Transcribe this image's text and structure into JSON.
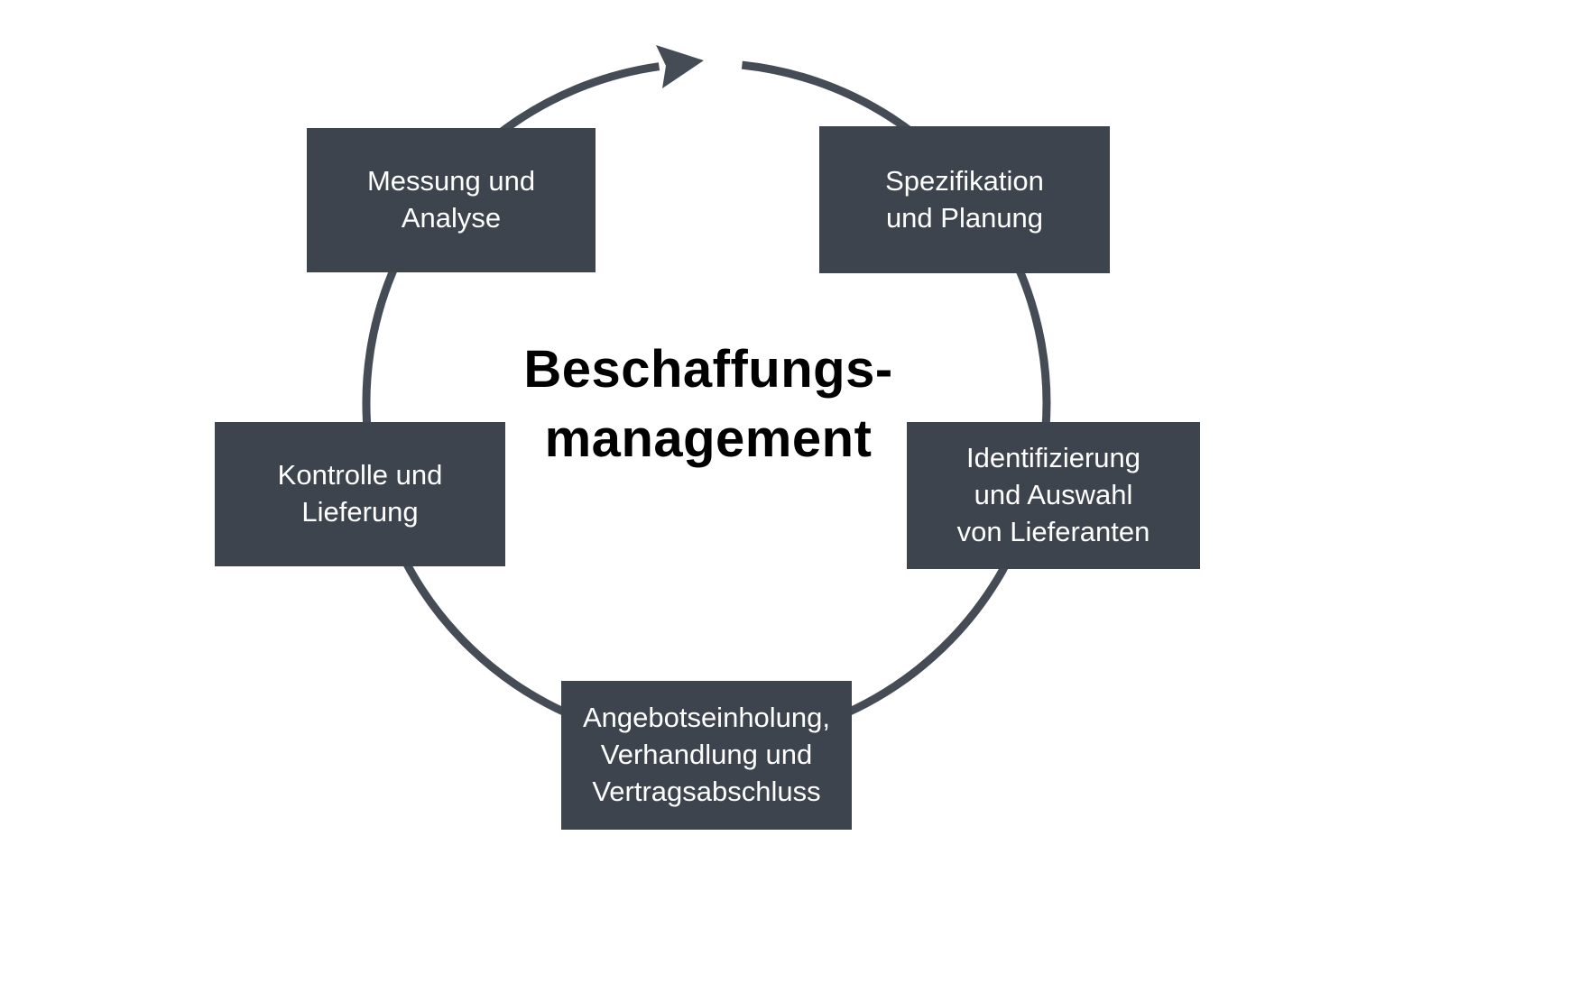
{
  "diagram": {
    "title": "Beschaffungs-\nmanagement",
    "colors": {
      "background": "#ffffff",
      "box": "#3d444e",
      "box_text": "#ffffff",
      "circle": "#454c56",
      "title_text": "#000000"
    },
    "nodes": [
      {
        "label": "Messung und\nAnalyse"
      },
      {
        "label": "Spezifikation\nund Planung"
      },
      {
        "label": "Identifizierung\nund Auswahl\nvon Lieferanten"
      },
      {
        "label": "Angebotseinholung,\nVerhandlung und\nVertragsabschluss"
      },
      {
        "label": "Kontrolle und\nLieferung"
      }
    ]
  }
}
